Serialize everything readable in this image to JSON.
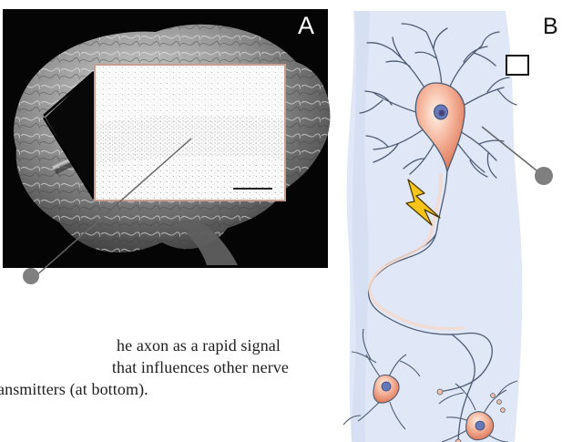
{
  "figure": {
    "panel_a_label": "A",
    "panel_b_label": "B",
    "caption_lines": [
      "he axon as a rapid signal",
      "that influences other nerve",
      "ansmitters (at bottom)."
    ]
  },
  "colors": {
    "panel_a_background": "#050505",
    "brain_fill": "#7f7f7f",
    "slice_border": "#c79d90",
    "neuron_background": "#dfe8f8",
    "neuron_cell": "#f6bfa8",
    "neuron_outline": "#4d5b72",
    "lightning": "#f7c51a",
    "callout_dot": "#7f7f7f"
  }
}
